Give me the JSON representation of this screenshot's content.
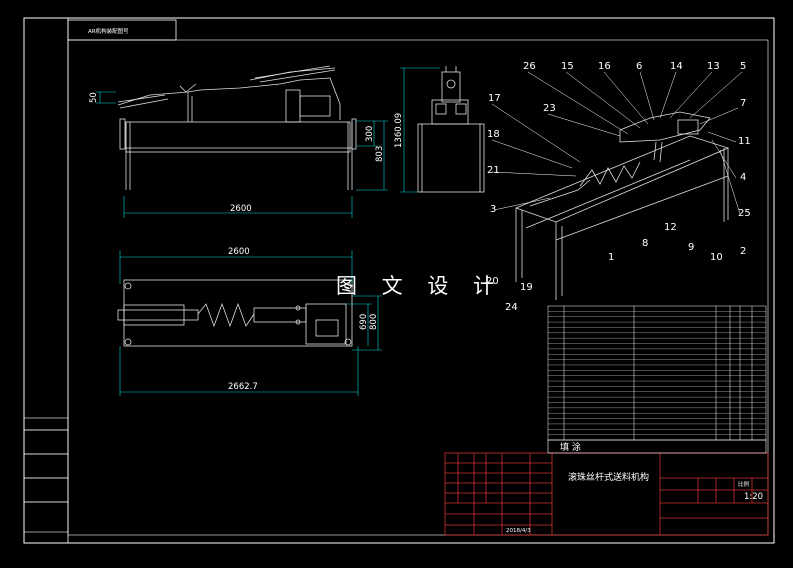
{
  "watermark": "图 文 设 计",
  "top_left_box": "AR机构装配图号",
  "dimensions": {
    "front_length": "2600",
    "plan_length": "2600",
    "overall_length": "2662.7",
    "height_left": "50",
    "height_a": "300",
    "height_b": "803",
    "side_height": "1360.09",
    "plan_width_a": "690",
    "plan_width_b": "800"
  },
  "part_numbers": [
    "26",
    "15",
    "16",
    "6",
    "14",
    "13",
    "5",
    "17",
    "23",
    "7",
    "18",
    "11",
    "21",
    "4",
    "3",
    "25",
    "8",
    "12",
    "9",
    "10",
    "2",
    "1",
    "20",
    "19",
    "24"
  ],
  "title_block": {
    "drawing_title": "滚珠丝杆式送料机构",
    "material_cell": "填 涂",
    "scale_label": "比例",
    "scale": "1:20",
    "date": "2018/4/3"
  },
  "colors": {
    "line": "#ffffff",
    "dimension": "#00d8d8",
    "title_block": "#d0302c",
    "drawing": "#e0e0e0"
  }
}
